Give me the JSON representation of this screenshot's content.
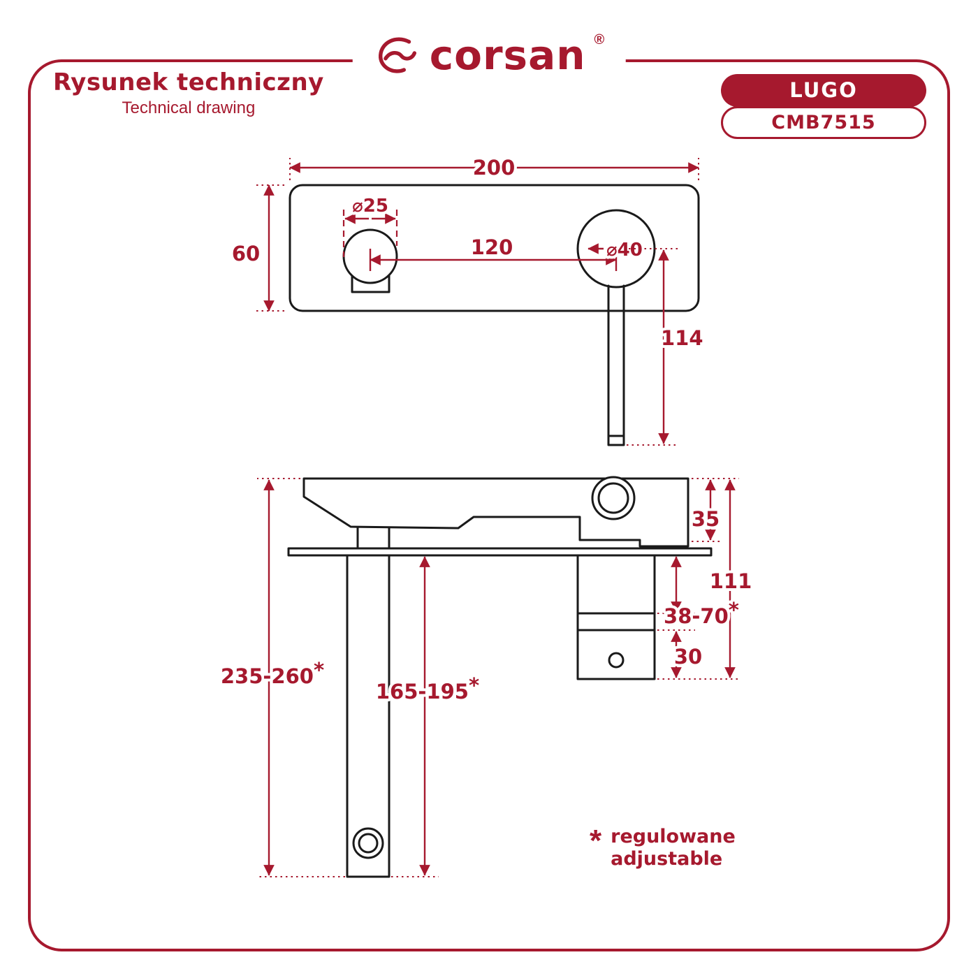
{
  "header": {
    "brand": "corsan",
    "registered": "®",
    "title_pl": "Rysunek techniczny",
    "title_en": "Technical drawing",
    "product_name": "LUGO",
    "product_code": "CMB7515"
  },
  "colors": {
    "accent": "#A6192E",
    "drawing": "#1A1A1A"
  },
  "front_view": {
    "plate_width": "200",
    "plate_height": "60",
    "handle_diameter": "⌀25",
    "centers_distance": "120",
    "spout_diameter": "⌀40",
    "spout_drop": "114"
  },
  "side_view": {
    "body_height": "35",
    "total_depth": "111",
    "adjustable_range": "38-70",
    "adjustable_star": "*",
    "inlet_depth": "30",
    "overall_height": "235-260",
    "overall_star": "*",
    "spout_height": "165-195",
    "spout_star": "*"
  },
  "legend": {
    "marker": "*",
    "label_pl": "regulowane",
    "label_en": "adjustable"
  }
}
